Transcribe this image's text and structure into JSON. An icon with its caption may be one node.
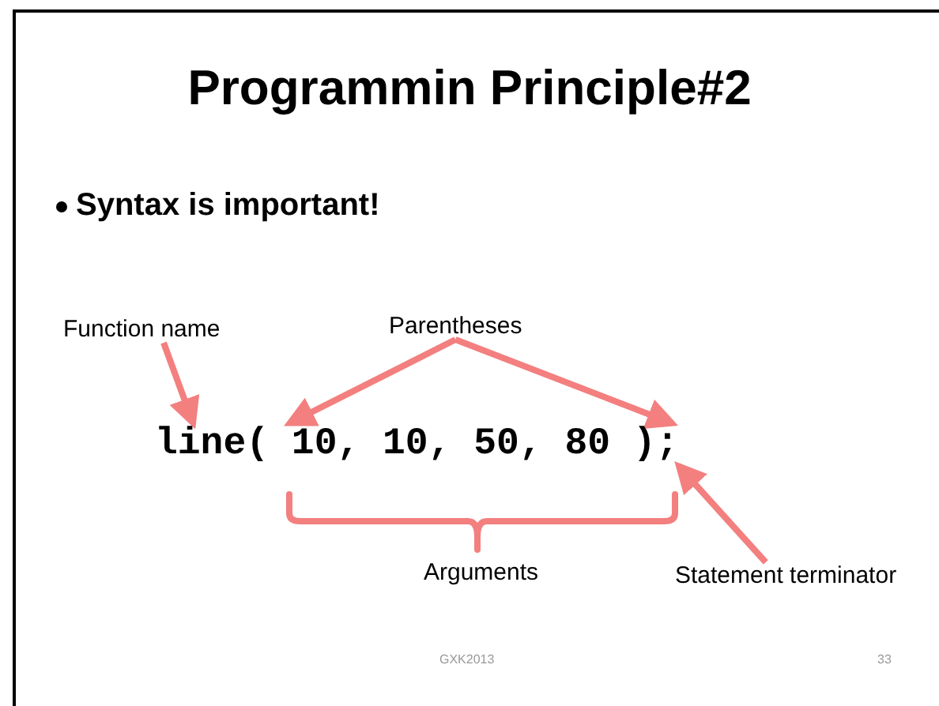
{
  "diagram": {
    "title": "Programmin Principle#2",
    "nodes": [
      {
        "text": [
          "Function name"
        ]
      },
      {
        "text": [
          "Parentheses"
        ]
      },
      {
        "text": [
          "line( 10, 10, 50, 80 );"
        ]
      },
      {
        "text": [
          "Statement terminator"
        ]
      }
    ],
    "edges": [
      {
        "from": 0,
        "to": 2,
        "arrow": "to"
      },
      {
        "from": 1,
        "to": 2,
        "arrow": "to"
      },
      {
        "from": 1,
        "to": 2,
        "arrow": "to"
      },
      {
        "from": 3,
        "to": 2,
        "arrow": "to"
      }
    ],
    "labels": [
      "Syntax is important!",
      "Arguments",
      "GXK2013",
      "33"
    ]
  }
}
